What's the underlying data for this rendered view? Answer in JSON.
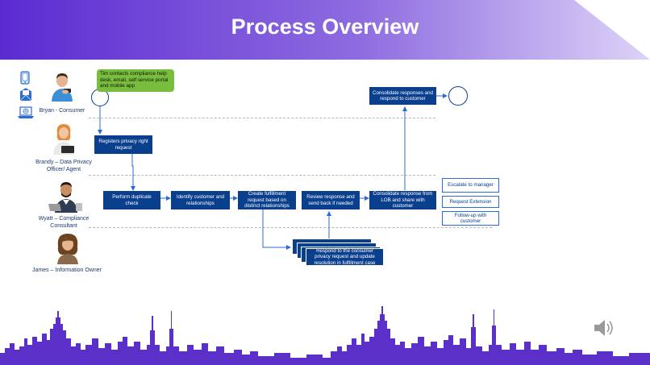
{
  "slide": {
    "title": "Process Overview"
  },
  "colors": {
    "header_start": "#5b2bd1",
    "header_end": "#c9baf2",
    "box_fill": "#0a3f8e",
    "bubble_fill": "#78be3c",
    "skyline": "#5a30c8",
    "outline": "#2a6bd4"
  },
  "channel_icons": [
    "mobile-phone-icon",
    "envelope-icon",
    "laptop-globe-icon"
  ],
  "lanes": [
    {
      "label": "Bryan - Consumer"
    },
    {
      "label": "Brandy – Data Privacy Officer/ Agent"
    },
    {
      "label": "Wyatt – Compliance Consultant"
    },
    {
      "label": "James – Information Owner"
    }
  ],
  "bubble": {
    "text": "Tim contacts compliance help desk, email, self service portal and mobile app"
  },
  "steps": {
    "register": "Registers privacy right request",
    "duplicate": "Perform duplicate check",
    "identify": "Identify customer and relationships",
    "create": "Create fulfillment request based on distinct relationships",
    "review": "Review response and send back if needed",
    "consolidate_lob": "Consolidate response from LOB and share with customer",
    "consolidate_customer": "Consolidate responses and respond to customer",
    "respond": "Respond to the consumer privacy request and update resolution in fulfillment case"
  },
  "options": [
    "Escalate to manager",
    "Request Extension",
    "Follow-up with customer"
  ]
}
